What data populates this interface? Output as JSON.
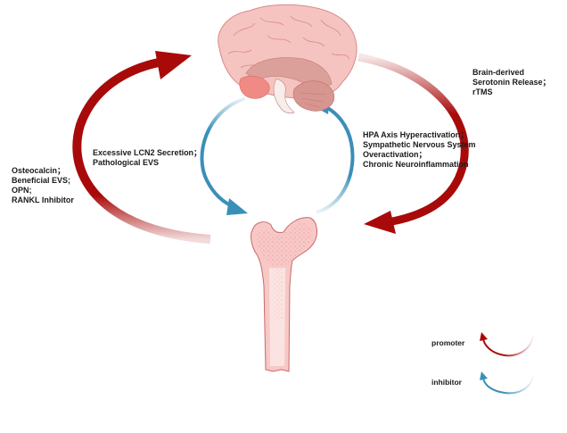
{
  "diagram": {
    "nodes": {
      "brain": {
        "label": "brain-illustration"
      },
      "bone": {
        "label": "femur-bone-illustration"
      }
    },
    "pathways": {
      "bone_to_brain_promoter": {
        "type": "promoter",
        "from": "bone",
        "to": "brain",
        "lines": [
          "Osteocalcin；",
          "Beneficial EVS;",
          "OPN;",
          "RANKL Inhibitor"
        ]
      },
      "bone_to_brain_inhibitor": {
        "type": "inhibitor",
        "from": "brain",
        "to": "bone",
        "lines": [
          "Excessive LCN2 Secretion；",
          "Pathological EVS"
        ]
      },
      "brain_to_bone_inhibitor": {
        "type": "inhibitor",
        "from": "bone",
        "to": "brain",
        "lines": [
          "HPA Axis Hyperactivation；",
          "Sympathetic Nervous System",
          "Overactivation；",
          "Chronic Neuroinflammation"
        ]
      },
      "brain_to_bone_promoter": {
        "type": "promoter",
        "from": "brain",
        "to": "bone",
        "lines": [
          "Brain-derived",
          "Serotonin Release；",
          "rTMS"
        ]
      }
    },
    "legend": {
      "promoter": "promoter",
      "inhibitor": "inhibitor"
    },
    "colors": {
      "promoter": "#a80a0a",
      "inhibitor": "#3a8fb8",
      "brain_fill": "#f6c4c0",
      "brain_stroke": "#d88a86",
      "brain_inner": "#dca09a",
      "amygdala": "#f08a84",
      "cerebellum": "#d89690",
      "bone_fill": "#f7c8c6",
      "bone_stroke": "#c86a68",
      "bone_marrow": "#fbe3e1"
    }
  }
}
